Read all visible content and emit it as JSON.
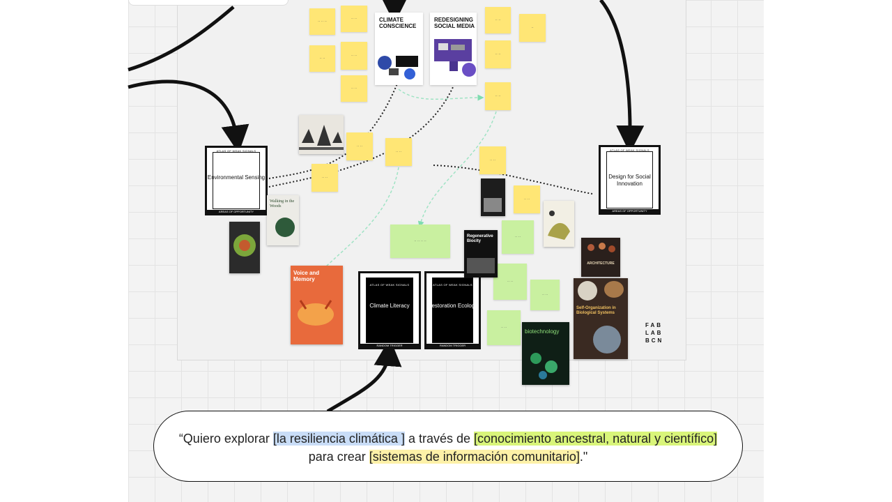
{
  "cards": {
    "climate_conscience": "CLIMATE CONSCIENCE",
    "redesigning_social_media": "REDESIGNING SOCIAL MEDIA"
  },
  "frames": {
    "header": "ATLAS OF WEAK SIGNALS",
    "environmental_sensing": "Environmental Sensing",
    "design_social_innovation": "Design for Social Innovation",
    "climate_literacy": "Climate Literacy",
    "restoration_ecology": "Restoration Ecology",
    "footer_opportunity": "AREAS OF OPPORTUNITY",
    "footer_random": "RANDOM TRIGGER"
  },
  "books": {
    "walking": "Walking in the Woods",
    "voice_memory": "Voice and Memory",
    "regenerative": "Regenerative Biocity",
    "self_org": "Self-Organization in Biological Systems",
    "biotech": "biotechnology",
    "architecture": "ARCHITECTURE"
  },
  "logo": [
    "FAB",
    "LAB",
    "BCN"
  ],
  "quote": {
    "open": "“Quiero explorar ",
    "h1": "[la resiliencia climática ]",
    "mid": " a través de ",
    "h2": "[conocimiento ancestral, natural y científico]",
    "pre2": "para crear ",
    "h3": "[sistemas de información comunitario]",
    "close": ".\""
  },
  "colors": {
    "sticky_yellow": "#ffe675",
    "sticky_green": "#c9f0a0",
    "highlight_blue": "#c9ddf7",
    "highlight_green": "#d9f57a",
    "highlight_yellow": "#fdf1a8"
  }
}
